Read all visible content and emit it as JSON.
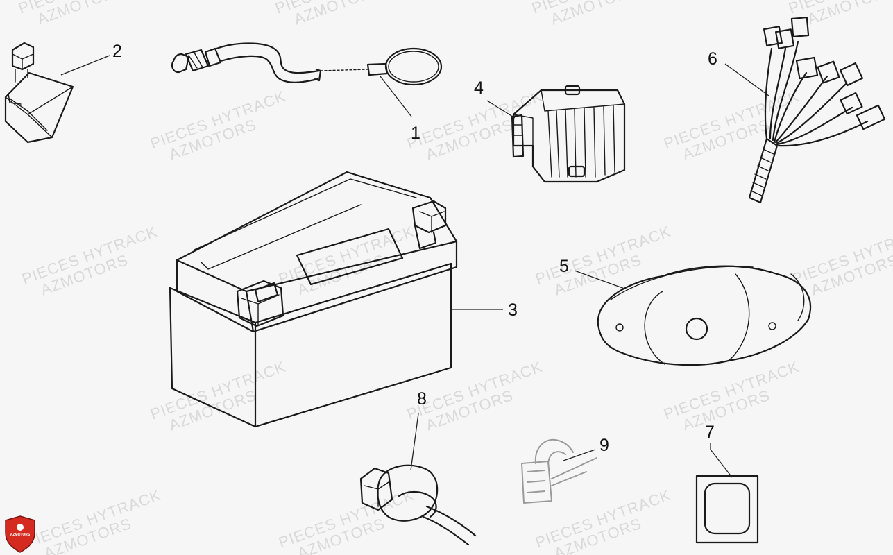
{
  "diagram": {
    "watermark": {
      "line1": "PIECES HYTRACK",
      "line2": "AZMOTORS"
    },
    "logo": {
      "text": "AZMOTORS",
      "color": "#d42a20"
    },
    "callouts": [
      {
        "id": "1",
        "label": "1",
        "part": "battery-cable"
      },
      {
        "id": "2",
        "label": "2",
        "part": "relay-box"
      },
      {
        "id": "3",
        "label": "3",
        "part": "battery"
      },
      {
        "id": "4",
        "label": "4",
        "part": "voltage-regulator"
      },
      {
        "id": "5",
        "label": "5",
        "part": "tail-light"
      },
      {
        "id": "6",
        "label": "6",
        "part": "wiring-harness"
      },
      {
        "id": "7",
        "label": "7",
        "part": "pad"
      },
      {
        "id": "8",
        "label": "8",
        "part": "ignition-switch"
      },
      {
        "id": "9",
        "label": "9",
        "part": "connector"
      }
    ]
  }
}
